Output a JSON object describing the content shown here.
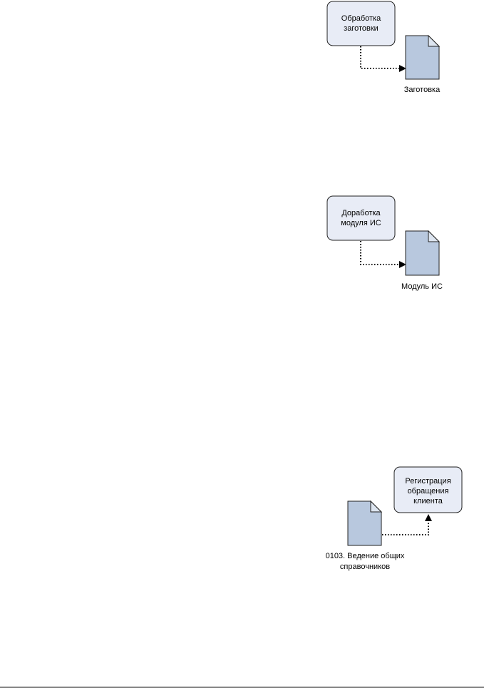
{
  "diagrams": [
    {
      "process": {
        "lines": [
          "Обработка",
          "заготовки"
        ]
      },
      "document": {
        "label": "Заготовка"
      }
    },
    {
      "process": {
        "lines": [
          "Доработка",
          "модуля ИС"
        ]
      },
      "document": {
        "label": "Модуль ИС"
      }
    },
    {
      "process": {
        "lines": [
          "Регистрация",
          "обращения",
          "клиента"
        ]
      },
      "document": {
        "label_lines": [
          "0103. Ведение общих",
          "справочников"
        ]
      }
    }
  ]
}
